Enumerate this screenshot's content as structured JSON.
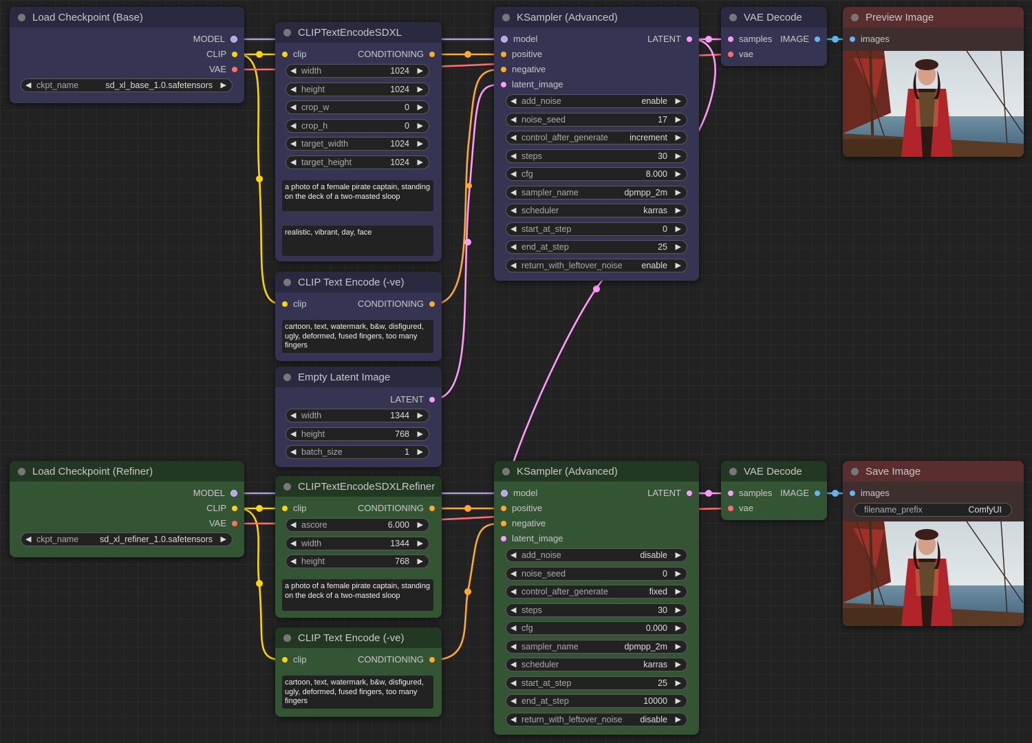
{
  "colors": {
    "model": "#b39ddb",
    "clip": "#ffd500",
    "vae": "#ff6e6e",
    "conditioning": "#ffa931",
    "latent": "#ff9cf9",
    "image": "#64b5f6",
    "base_node": "#353553",
    "refiner_node": "#335533",
    "output_node": "#3f2e2e"
  },
  "nodes": {
    "ckpt_base": {
      "title": "Load Checkpoint (Base)",
      "outputs": [
        "MODEL",
        "CLIP",
        "VAE"
      ],
      "ckpt_name": {
        "label": "ckpt_name",
        "value": "sd_xl_base_1.0.safetensors"
      }
    },
    "clip_sdxl": {
      "title": "CLIPTextEncodeSDXL",
      "input": "clip",
      "output": "CONDITIONING",
      "widgets": [
        {
          "label": "width",
          "value": "1024"
        },
        {
          "label": "height",
          "value": "1024"
        },
        {
          "label": "crop_w",
          "value": "0"
        },
        {
          "label": "crop_h",
          "value": "0"
        },
        {
          "label": "target_width",
          "value": "1024"
        },
        {
          "label": "target_height",
          "value": "1024"
        }
      ],
      "text_g": "a photo of a female pirate captain, standing on the deck of a two-masted sloop",
      "text_l": "realistic, vibrant, day, face"
    },
    "clip_neg_base": {
      "title": "CLIP Text Encode (-ve)",
      "input": "clip",
      "output": "CONDITIONING",
      "text": "cartoon, text, watermark, b&w, disfigured, ugly, deformed, fused fingers, too many fingers"
    },
    "empty_latent": {
      "title": "Empty Latent Image",
      "output": "LATENT",
      "widgets": [
        {
          "label": "width",
          "value": "1344"
        },
        {
          "label": "height",
          "value": "768"
        },
        {
          "label": "batch_size",
          "value": "1"
        }
      ]
    },
    "ksampler_base": {
      "title": "KSampler (Advanced)",
      "inputs": [
        "model",
        "positive",
        "negative",
        "latent_image"
      ],
      "output": "LATENT",
      "widgets": [
        {
          "label": "add_noise",
          "value": "enable"
        },
        {
          "label": "noise_seed",
          "value": "17"
        },
        {
          "label": "control_after_generate",
          "value": "increment"
        },
        {
          "label": "steps",
          "value": "30"
        },
        {
          "label": "cfg",
          "value": "8.000"
        },
        {
          "label": "sampler_name",
          "value": "dpmpp_2m"
        },
        {
          "label": "scheduler",
          "value": "karras"
        },
        {
          "label": "start_at_step",
          "value": "0"
        },
        {
          "label": "end_at_step",
          "value": "25"
        },
        {
          "label": "return_with_leftover_noise",
          "value": "enable"
        }
      ]
    },
    "vae_decode_base": {
      "title": "VAE Decode",
      "inputs": [
        "samples",
        "vae"
      ],
      "output": "IMAGE"
    },
    "preview_image": {
      "title": "Preview Image",
      "input": "images"
    },
    "ckpt_refiner": {
      "title": "Load Checkpoint (Refiner)",
      "outputs": [
        "MODEL",
        "CLIP",
        "VAE"
      ],
      "ckpt_name": {
        "label": "ckpt_name",
        "value": "sd_xl_refiner_1.0.safetensors"
      }
    },
    "clip_refiner": {
      "title": "CLIPTextEncodeSDXLRefiner",
      "input": "clip",
      "output": "CONDITIONING",
      "widgets": [
        {
          "label": "ascore",
          "value": "6.000"
        },
        {
          "label": "width",
          "value": "1344"
        },
        {
          "label": "height",
          "value": "768"
        }
      ],
      "text": "a photo of a female pirate captain, standing on the deck of a two-masted sloop"
    },
    "clip_neg_refiner": {
      "title": "CLIP Text Encode (-ve)",
      "input": "clip",
      "output": "CONDITIONING",
      "text": "cartoon, text, watermark, b&w, disfigured, ugly, deformed, fused fingers, too many fingers"
    },
    "ksampler_refiner": {
      "title": "KSampler (Advanced)",
      "inputs": [
        "model",
        "positive",
        "negative",
        "latent_image"
      ],
      "output": "LATENT",
      "widgets": [
        {
          "label": "add_noise",
          "value": "disable"
        },
        {
          "label": "noise_seed",
          "value": "0"
        },
        {
          "label": "control_after_generate",
          "value": "fixed"
        },
        {
          "label": "steps",
          "value": "30"
        },
        {
          "label": "cfg",
          "value": "0.000"
        },
        {
          "label": "sampler_name",
          "value": "dpmpp_2m"
        },
        {
          "label": "scheduler",
          "value": "karras"
        },
        {
          "label": "start_at_step",
          "value": "25"
        },
        {
          "label": "end_at_step",
          "value": "10000"
        },
        {
          "label": "return_with_leftover_noise",
          "value": "disable"
        }
      ]
    },
    "vae_decode_refiner": {
      "title": "VAE Decode",
      "inputs": [
        "samples",
        "vae"
      ],
      "output": "IMAGE"
    },
    "save_image": {
      "title": "Save Image",
      "input": "images",
      "filename_prefix": {
        "label": "filename_prefix",
        "value": "ComfyUI"
      }
    }
  }
}
